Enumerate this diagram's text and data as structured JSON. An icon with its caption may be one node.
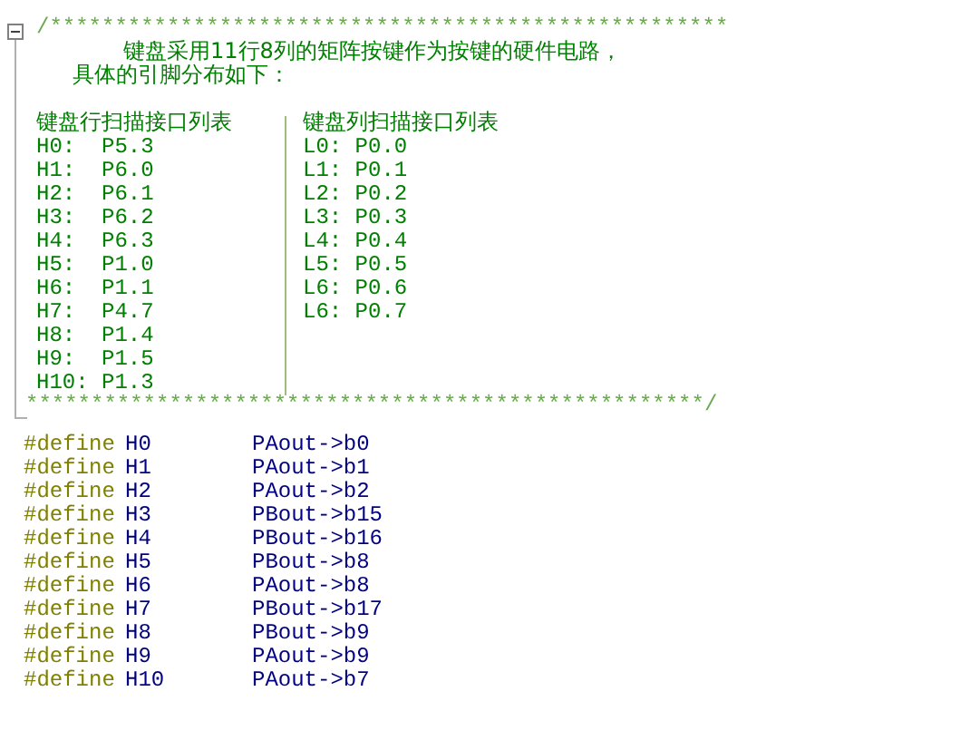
{
  "diagram": {
    "labels": [
      "/****************************************************",
      "键盘采用11行8列的矩阵按键作为按键的硬件电路，",
      "具体的引脚分布如下：",
      "键盘行扫描接口列表",
      "键盘列扫描接口列表",
      "H0:  P5.3",
      "L0: P0.0",
      "H1:  P6.0",
      "L1: P0.1",
      "H2:  P6.1",
      "L2: P0.2",
      "H3:  P6.2",
      "L3: P0.3",
      "H4:  P6.3",
      "L4: P0.4",
      "H5:  P1.0",
      "L5: P0.5",
      "H6:  P1.1",
      "L6: P0.6",
      "H7:  P4.7",
      "L6: P0.7",
      "H8:  P1.4",
      "H9:  P1.5",
      "H10: P1.3",
      "****************************************************/",
      "#define",
      "H0",
      "PAout->b0",
      "#define",
      "H1",
      "PAout->b1",
      "#define",
      "H2",
      "PAout->b2",
      "#define",
      "H3",
      "PBout->b15",
      "#define",
      "H4",
      "PBout->b16",
      "#define",
      "H5",
      "PBout->b8",
      "#define",
      "H6",
      "PAout->b8",
      "#define",
      "H7",
      "PBout->b17",
      "#define",
      "H8",
      "PBout->b9",
      "#define",
      "H9",
      "PAout->b9",
      "#define",
      "H10",
      "PAout->b7"
    ]
  }
}
